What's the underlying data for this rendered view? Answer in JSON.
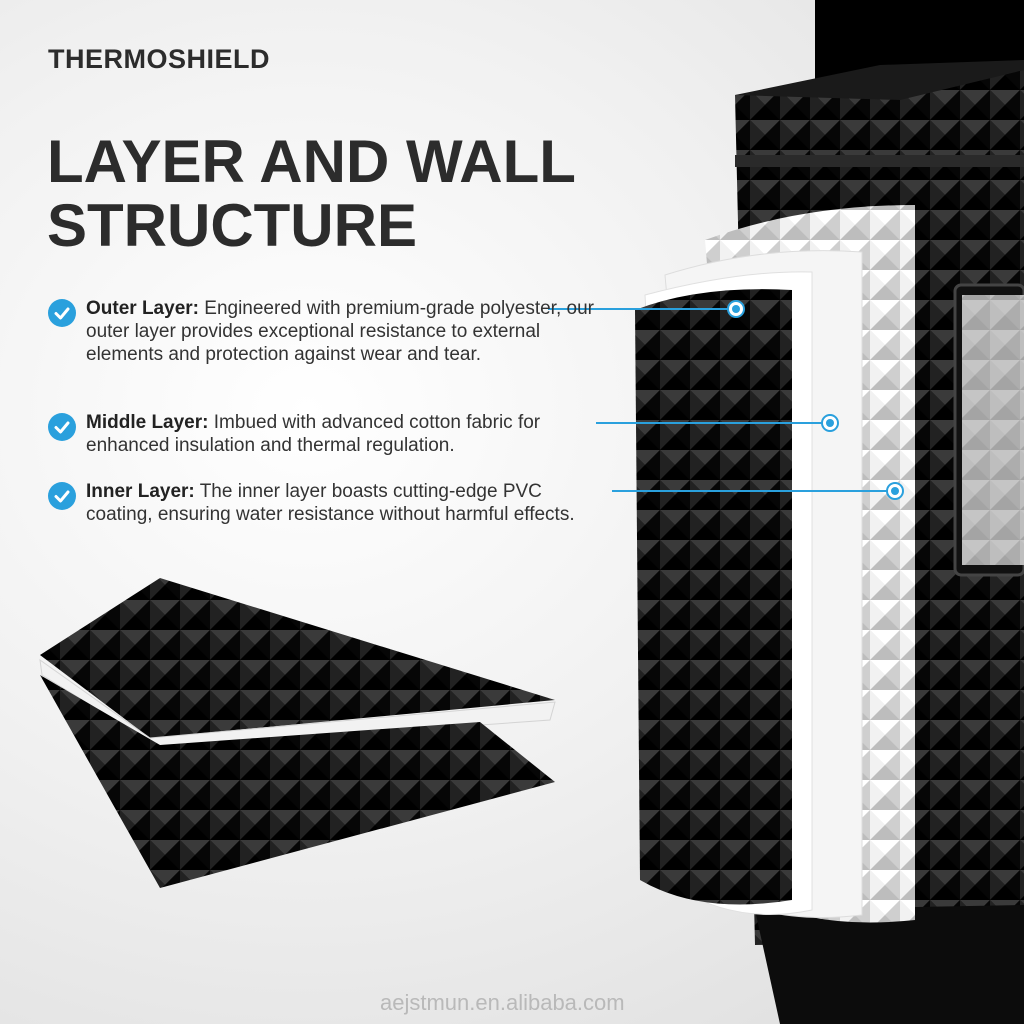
{
  "brand": "THERMOSHIELD",
  "title": "LAYER AND WALL STRUCTURE",
  "features": [
    {
      "title": "Outer Layer:",
      "text": "Engineered with premium-grade polyester, our outer layer provides exceptional resistance to external elements and protection against wear and tear."
    },
    {
      "title": "Middle Layer:",
      "text": "Imbued with advanced cotton fabric for enhanced insulation and thermal regulation."
    },
    {
      "title": "Inner Layer:",
      "text": "The inner layer boasts cutting-edge PVC coating, ensuring water resistance without harmful effects."
    }
  ],
  "watermark": "aejstmun.en.alibaba.com",
  "colors": {
    "accent": "#2aa0dd",
    "text": "#2c2c2c",
    "foam": "#141414"
  }
}
